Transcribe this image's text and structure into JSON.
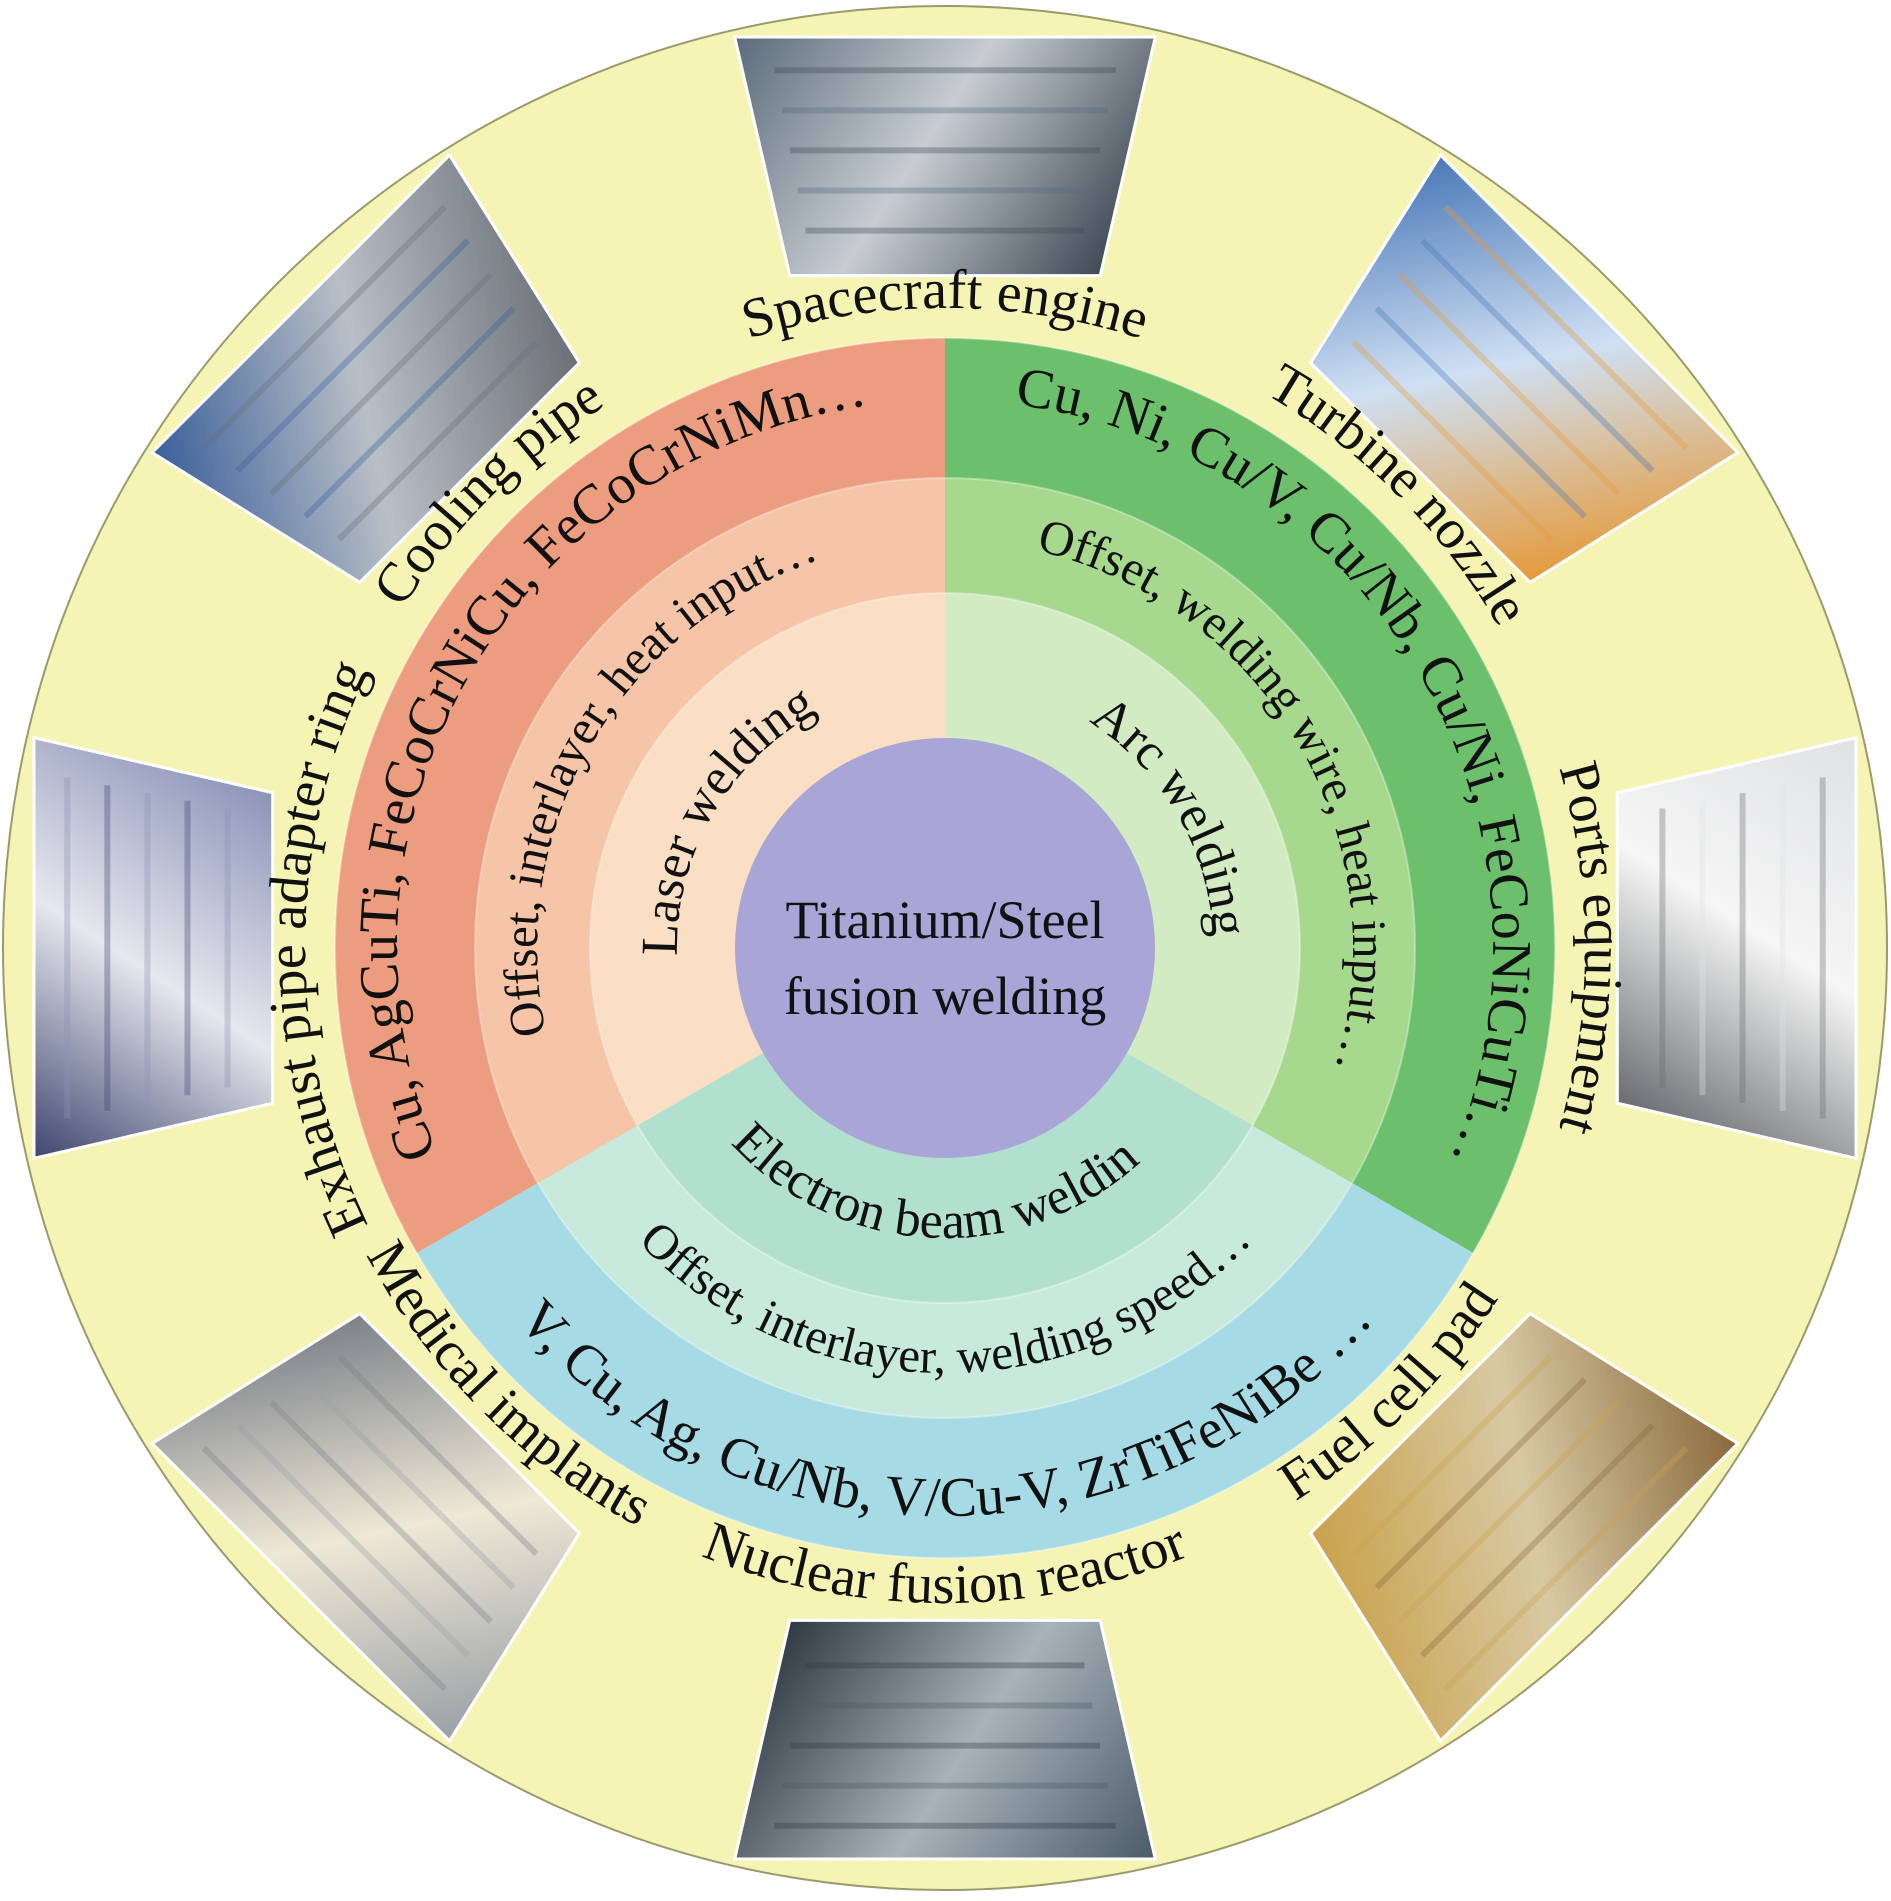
{
  "center": {
    "line1": "Titanium/Steel",
    "line2": "fusion welding"
  },
  "methods": {
    "laser": "Laser welding",
    "arc": "Arc welding",
    "ebw": "Electron beam welding"
  },
  "parameters": {
    "laser": "Offset, interlayer, heat input…",
    "arc": "Offset, welding wire, heat input…",
    "ebw": "Offset, interlayer, welding speed…"
  },
  "interlayers": {
    "laser": "Cu,  AgCuTi, FeCoCrNiCu, FeCoCrNiMn…",
    "arc": "Cu, Ni, Cu/V, Cu/Nb, Cu/Ni, FeCoNiCuTi…",
    "ebw": "V, Cu, Ag, Cu/Nb, V/Cu-V, ZrTiFeNiBe …"
  },
  "applications": [
    {
      "id": "spacecraft-engine",
      "label": "Spacecraft engine",
      "icon": "jet-engine-photo"
    },
    {
      "id": "turbine-nozzle",
      "label": "Turbine nozzle",
      "icon": "turbine-cutaway-photo"
    },
    {
      "id": "ports-equipment",
      "label": "Ports equipment",
      "icon": "golf-clubs-photo"
    },
    {
      "id": "fuel-cell-pad",
      "label": "Fuel cell pad",
      "icon": "fuel-cell-plate-photo"
    },
    {
      "id": "nuclear-fusion-reactor",
      "label": "Nuclear fusion reactor",
      "icon": "fusion-reactor-photo"
    },
    {
      "id": "medical-implants",
      "label": "Medical implants",
      "icon": "hip-implant-photo"
    },
    {
      "id": "exhaust-pipe-adapter-ring",
      "label": "Exhaust pipe adapter ring",
      "icon": "exhaust-system-photo"
    },
    {
      "id": "cooling-pipe",
      "label": "Cooling pipe",
      "icon": "engine-pipes-photo"
    }
  ],
  "colors": {
    "outer_ring": "#f6f4b4",
    "laser_outer": "#ec9c7f",
    "laser_mid": "#f6c4a6",
    "laser_inner": "#fadfc4",
    "arc_outer": "#6cc06c",
    "arc_mid": "#a6d88e",
    "arc_inner": "#d2ebc2",
    "ebw_outer": "#a6dbe5",
    "ebw_mid": "#c8eadd",
    "ebw_inner": "#b2e0cf",
    "center": "#a9a6d7",
    "divider": "#ffffff"
  }
}
